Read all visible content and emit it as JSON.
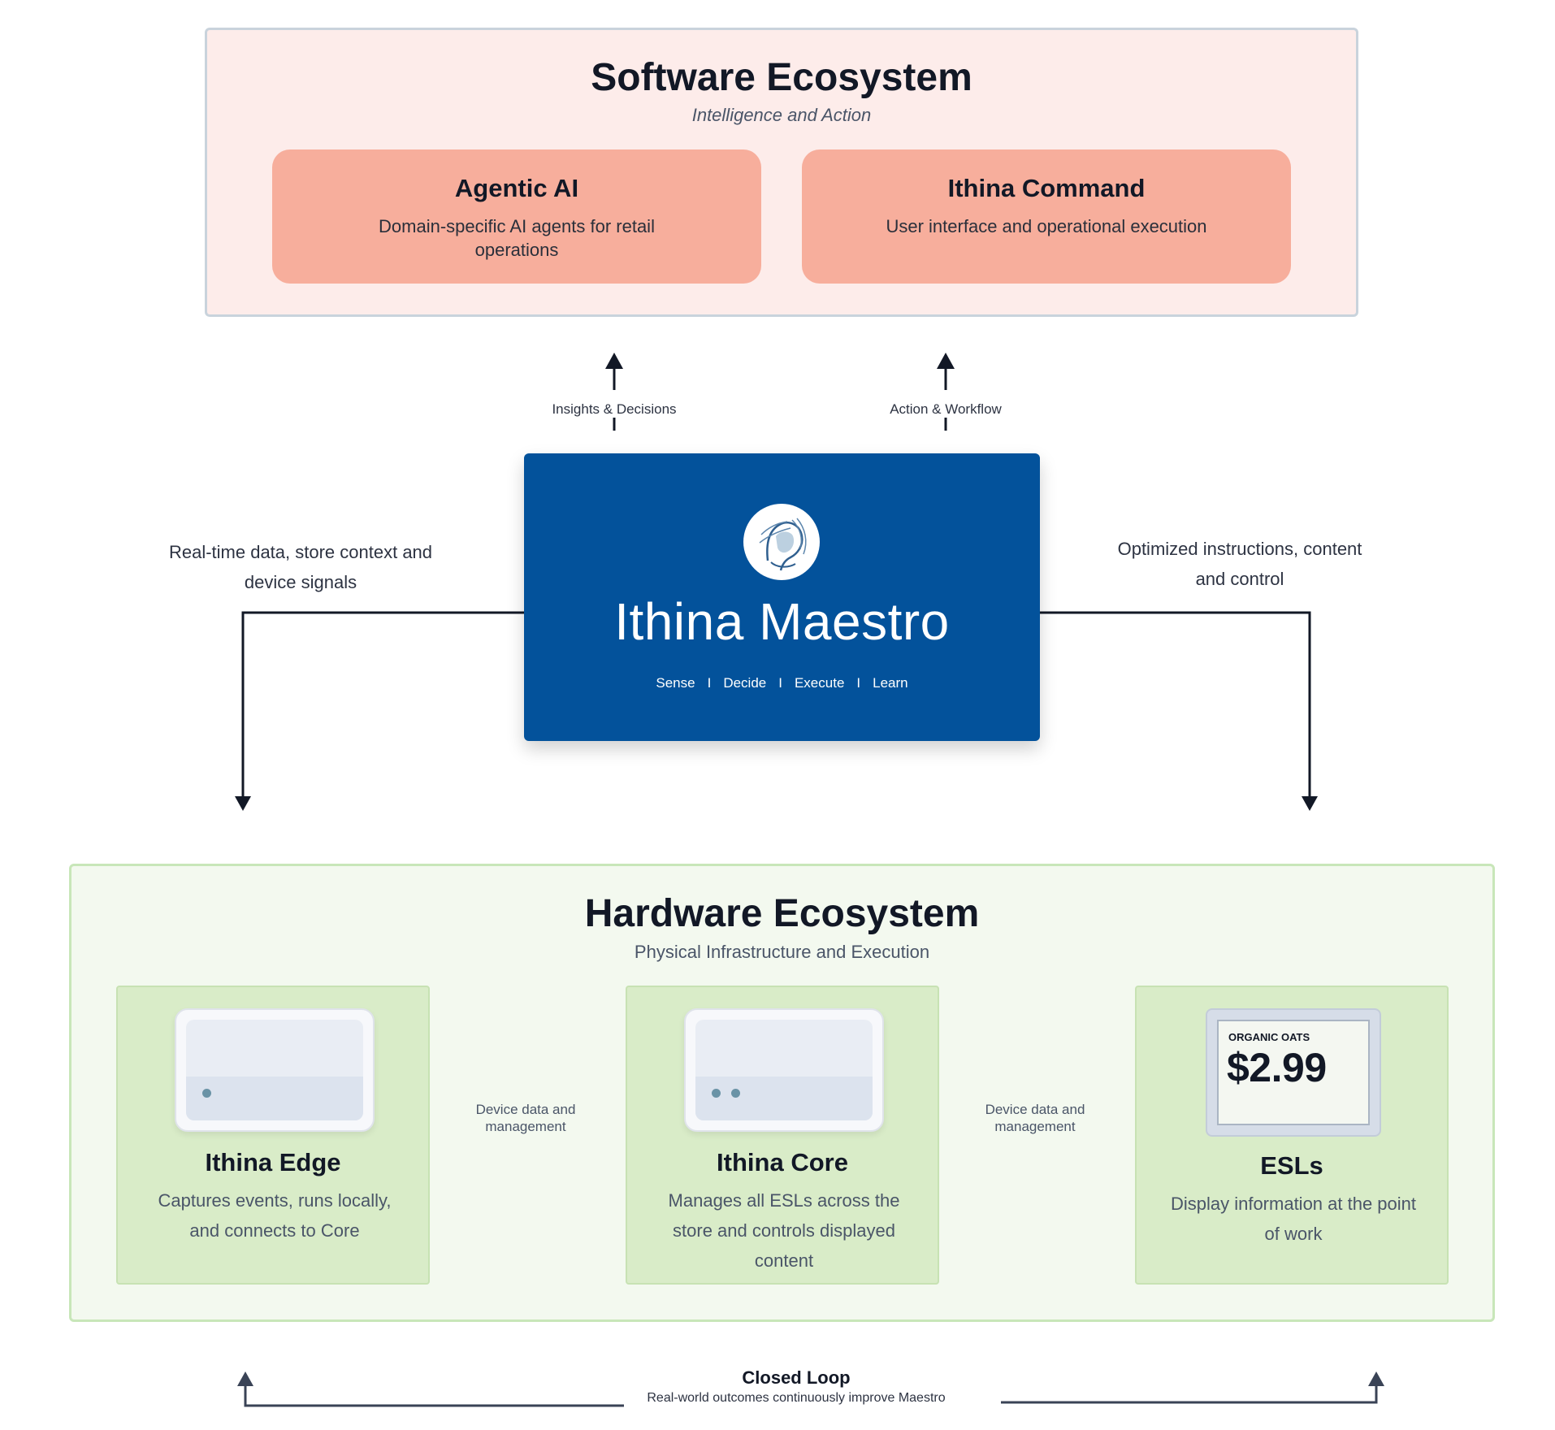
{
  "software": {
    "title": "Software Ecosystem",
    "subtitle": "Intelligence and Action",
    "cards": [
      {
        "title": "Agentic AI",
        "description": "Domain-specific AI agents for retail operations"
      },
      {
        "title": "Ithina Command",
        "description": "User interface and operational execution"
      }
    ]
  },
  "connectors": {
    "insights": "Insights & Decisions",
    "action": "Action & Workflow",
    "left_side": [
      "Real-time data, store context and",
      "device signals"
    ],
    "right_side": [
      "Optimized instructions, content",
      "and control"
    ]
  },
  "maestro": {
    "title": "Ithina Maestro",
    "steps": [
      "Sense",
      "Decide",
      "Execute",
      "Learn"
    ],
    "separator": "I"
  },
  "hardware": {
    "title": "Hardware Ecosystem",
    "subtitle": "Physical Infrastructure and Execution",
    "cards": [
      {
        "name": "Ithina Edge",
        "description": "Captures events, runs locally, and connects to Core"
      },
      {
        "name": "Ithina Core",
        "description": "Manages all ESLs across the store and controls displayed content"
      },
      {
        "name": "ESLs",
        "description": "Display information at the point of work"
      }
    ],
    "esl_display": {
      "item": "ORGANIC OATS",
      "price": "$2.99"
    },
    "link_labels": [
      [
        "Device data and",
        "management"
      ],
      [
        "Device data and",
        "management"
      ]
    ]
  },
  "closed_loop": {
    "title": "Closed Loop",
    "subtitle": "Real-world outcomes continuously improve Maestro"
  },
  "colors": {
    "software_bg": "#fdecea",
    "software_card": "#f7ae9c",
    "maestro_blue": "#03529b",
    "hardware_bg": "#f3f9ef",
    "hardware_card": "#d9ecc8"
  }
}
